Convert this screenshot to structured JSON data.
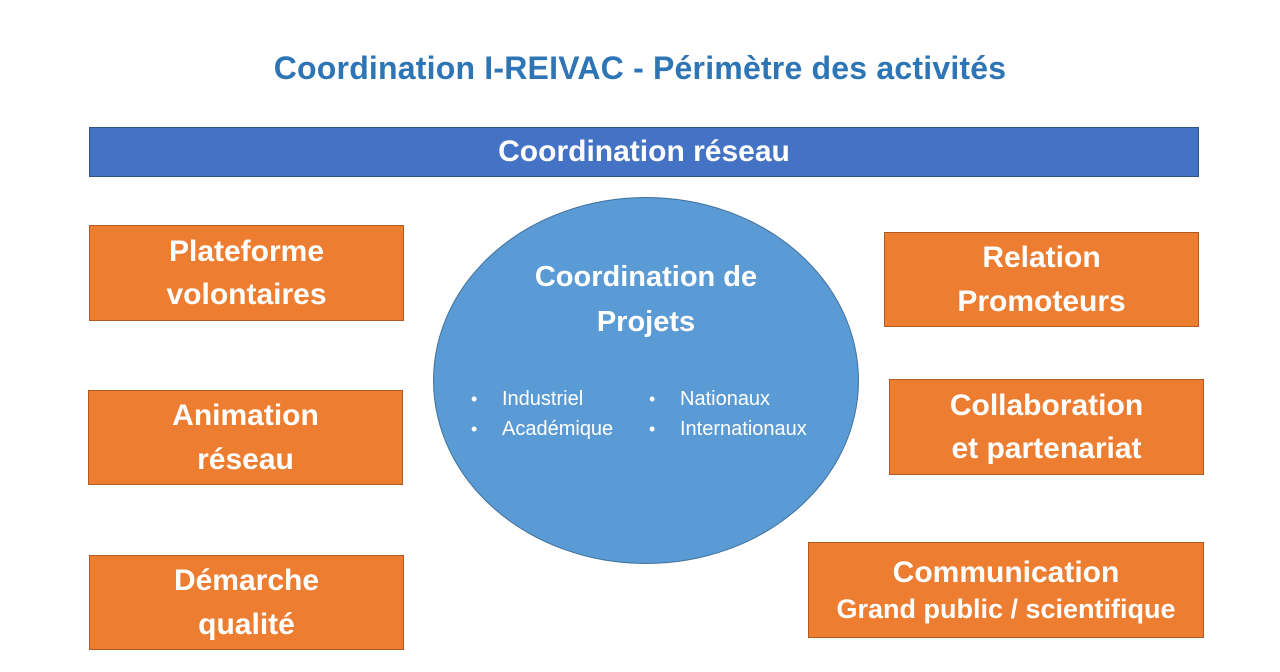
{
  "title": "Coordination I-REIVAC - Périmètre des activités",
  "banner": "Coordination réseau",
  "center": {
    "title_line1": "Coordination de",
    "title_line2": "Projets",
    "bullets_left": [
      "Industriel",
      "Académique"
    ],
    "bullets_right": [
      "Nationaux",
      "Internationaux"
    ]
  },
  "boxes": {
    "plateforme": {
      "line1": "Plateforme",
      "line2": "volontaires"
    },
    "animation": {
      "line1": "Animation",
      "line2": "réseau"
    },
    "demarche": {
      "line1": "Démarche",
      "line2": "qualité"
    },
    "relation": {
      "line1": "Relation",
      "line2": "Promoteurs"
    },
    "collaboration": {
      "line1": "Collaboration",
      "line2": "et partenariat"
    },
    "communication": {
      "line1": "Communication",
      "line2": "Grand public / scientifique"
    }
  },
  "colors": {
    "title": "#2E75B6",
    "banner": "#4472C4",
    "box": "#ED7D31",
    "ellipse": "#5B9BD5"
  }
}
